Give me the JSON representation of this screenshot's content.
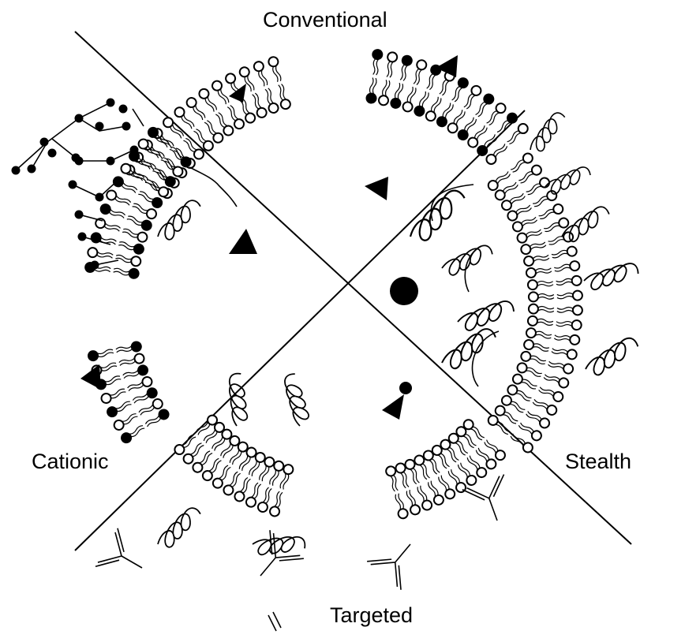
{
  "labels": {
    "conventional": "Conventional",
    "cationic": "Cationic",
    "stealth": "Stealth",
    "targeted": "Targeted"
  },
  "colors": {
    "ink": "#000000",
    "paper": "#ffffff"
  }
}
